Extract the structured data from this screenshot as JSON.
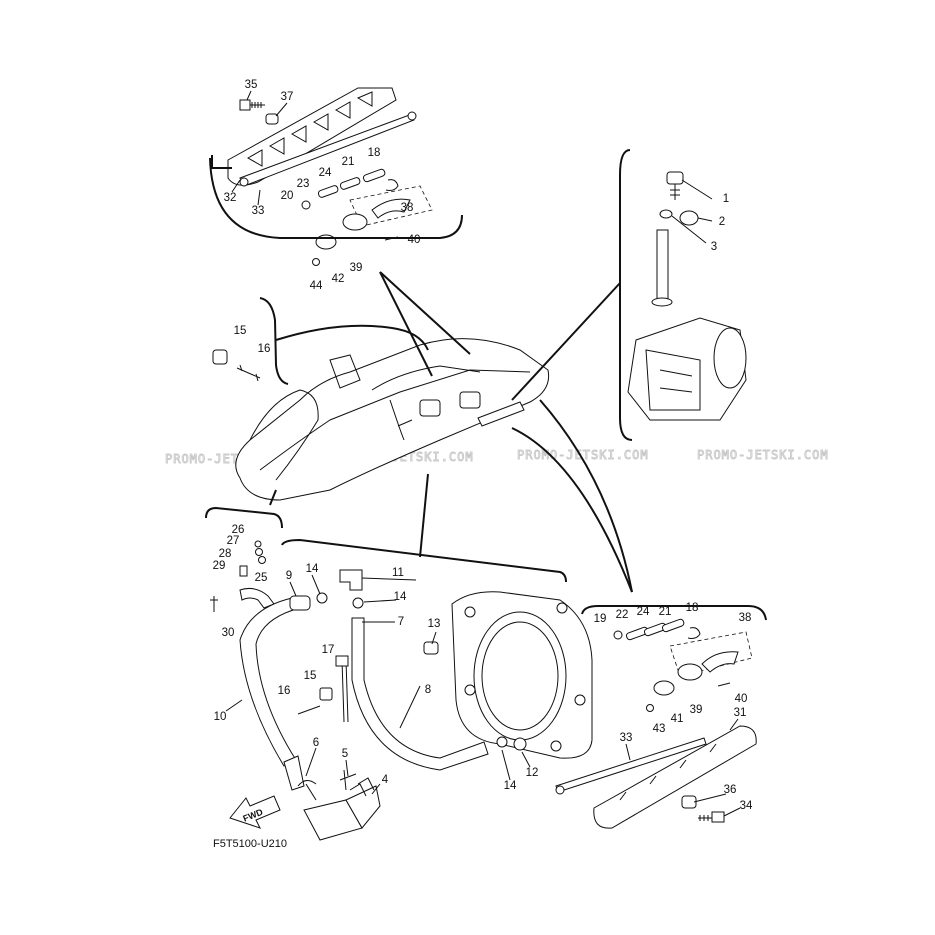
{
  "diagram_code": "F5T5100-U210",
  "watermark": "PROMO-JETSKI.COM",
  "fwd_label": "FWD",
  "callouts": {
    "c1": "1",
    "c2": "2",
    "c3": "3",
    "c4": "4",
    "c5": "5",
    "c6": "6",
    "c7": "7",
    "c8": "8",
    "c9": "9",
    "c10": "10",
    "c11": "11",
    "c12": "12",
    "c13": "13",
    "c14a": "14",
    "c14b": "14",
    "c14c": "14",
    "c15a": "15",
    "c15b": "15",
    "c16a": "16",
    "c16b": "16",
    "c17": "17",
    "c18a": "18",
    "c18b": "18",
    "c19": "19",
    "c20": "20",
    "c21a": "21",
    "c21b": "21",
    "c22": "22",
    "c23": "23",
    "c24a": "24",
    "c24b": "24",
    "c25": "25",
    "c26": "26",
    "c27": "27",
    "c28": "28",
    "c29": "29",
    "c30": "30",
    "c31": "31",
    "c32": "32",
    "c33a": "33",
    "c33b": "33",
    "c34": "34",
    "c35": "35",
    "c36": "36",
    "c37": "37",
    "c38a": "38",
    "c38b": "38",
    "c39a": "39",
    "c39b": "39",
    "c40a": "40",
    "c40b": "40",
    "c41": "41",
    "c42": "42",
    "c43": "43",
    "c44": "44"
  }
}
